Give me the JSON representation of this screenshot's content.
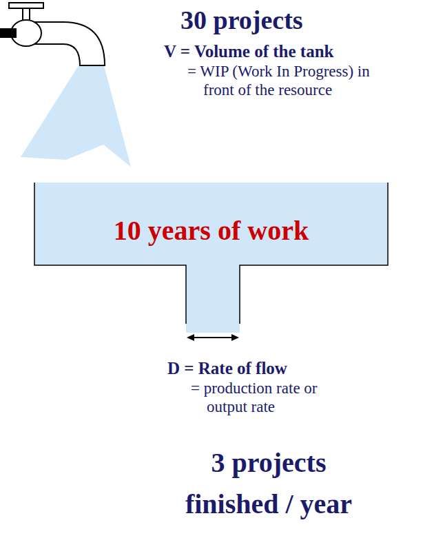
{
  "diagram": {
    "nodes": [
      {
        "text": [
          "10 years of work"
        ]
      }
    ],
    "labels": [
      "30 projects",
      "V = Volume of the tank",
      "= WIP (Work In Progress) in front of the resource",
      "D = Rate of flow",
      "= production rate or output rate",
      "3 projects finished / year"
    ]
  }
}
